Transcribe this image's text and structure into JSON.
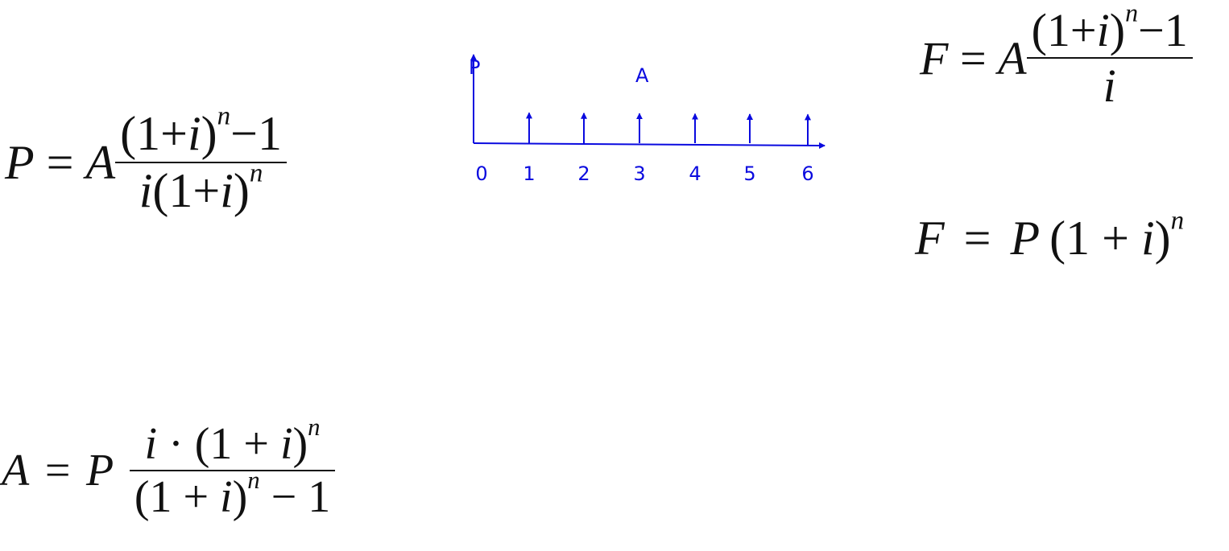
{
  "formulas": {
    "p_from_a": {
      "lhs": "P",
      "eq": "=",
      "coef": "A",
      "num_l": "(1+",
      "num_i": "i",
      "num_r": ")",
      "num_exp": "n",
      "num_tail": "−1",
      "den_i": "i",
      "den_l": "(1+",
      "den_i2": "i",
      "den_r": ")",
      "den_exp": "n"
    },
    "f_from_a": {
      "lhs": "F",
      "eq": "=",
      "coef": "A",
      "num_l": "(1+",
      "num_i": "i",
      "num_r": ")",
      "num_exp": "n",
      "num_tail": "−1",
      "den": "i"
    },
    "f_from_p": {
      "lhs": "F",
      "eq": "=",
      "coef": "P",
      "l": "(1 + ",
      "i": "i",
      "r": ")",
      "exp": "n"
    },
    "a_from_p": {
      "lhs": "A",
      "eq": "=",
      "coef": "P",
      "num_i": "i",
      "num_dot": " · (1 + ",
      "num_i2": "i",
      "num_r": ")",
      "num_exp": "n",
      "den_l": "(1 + ",
      "den_i": "i",
      "den_r": ")",
      "den_exp": "n",
      "den_tail": " − 1"
    }
  },
  "diagram": {
    "color": "#0a0adf",
    "present_label": "P",
    "annuity_label": "A",
    "periods": [
      "0",
      "1",
      "2",
      "3",
      "4",
      "5",
      "6"
    ]
  }
}
